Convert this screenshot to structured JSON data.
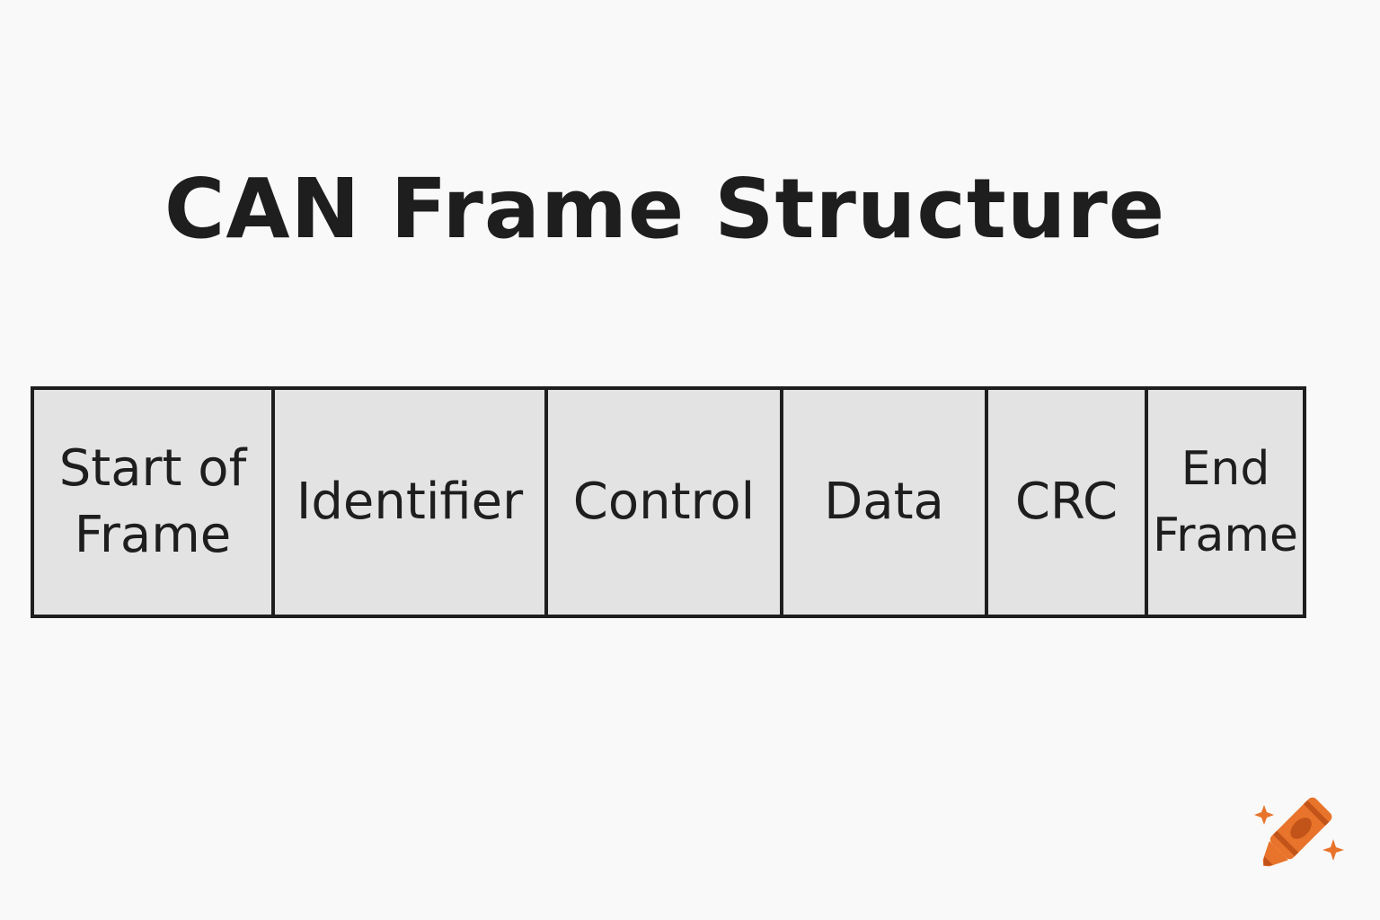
{
  "title": "CAN Frame Structure",
  "fields": [
    {
      "label": "Start of\nFrame"
    },
    {
      "label": "Identifier"
    },
    {
      "label": "Control"
    },
    {
      "label": "Data"
    },
    {
      "label": "CRC"
    },
    {
      "label": "End\nFrame"
    }
  ],
  "colors": {
    "background": "#f9f9f9",
    "cell_fill": "#e3e3e3",
    "border": "#1e1e1e",
    "logo_orange": "#e8732a",
    "logo_dark": "#c2541a"
  },
  "icons": {
    "logo": "crayon-sparkle-icon"
  }
}
